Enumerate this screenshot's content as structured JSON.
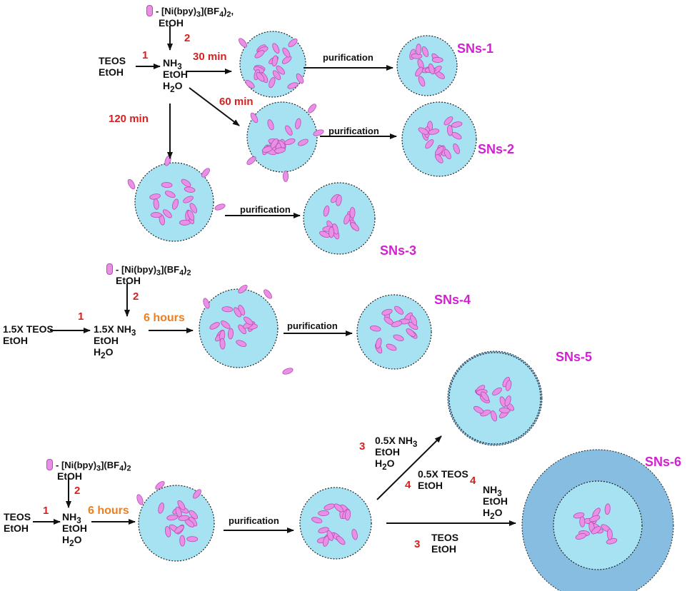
{
  "colors": {
    "core": "#a7e2f3",
    "shell": "#86bde0",
    "pill": "#e98fe6",
    "pill_stroke": "#b44fb2",
    "step_number": "#d81f1f",
    "time_orange": "#f07f22",
    "product_label": "#d21fd2"
  },
  "dopant": "- [Ni(bpy)3](BF4)2",
  "reagents": {
    "teos": "TEOS",
    "etoh": "EtOH",
    "nh3": "NH3",
    "h2o": "H2O",
    "teos_15x": "1.5X TEOS",
    "nh3_15x": "1.5X NH3",
    "nh3_05x": "0.5X NH3",
    "teos_05x": "0.5X TEOS"
  },
  "steps": {
    "s1": "1",
    "s2": "2",
    "s3": "3",
    "s4": "4"
  },
  "times": {
    "t30": "30 min",
    "t60": "60 min",
    "t120": "120 min",
    "t6h": "6 hours"
  },
  "process": {
    "purification": "purification"
  },
  "products": {
    "sns1": "SNs-1",
    "sns2": "SNs-2",
    "sns3": "SNs-3",
    "sns4": "SNs-4",
    "sns5": "SNs-5",
    "sns6": "SNs-6"
  }
}
